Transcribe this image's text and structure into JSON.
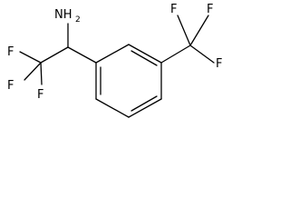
{
  "molecule": {
    "atoms": {
      "amine": {
        "symbol": "NH",
        "subscript": "2"
      },
      "f_left_1": "F",
      "f_left_2": "F",
      "f_left_3": "F",
      "f_right_1": "F",
      "f_right_2": "F",
      "f_right_3": "F"
    }
  }
}
